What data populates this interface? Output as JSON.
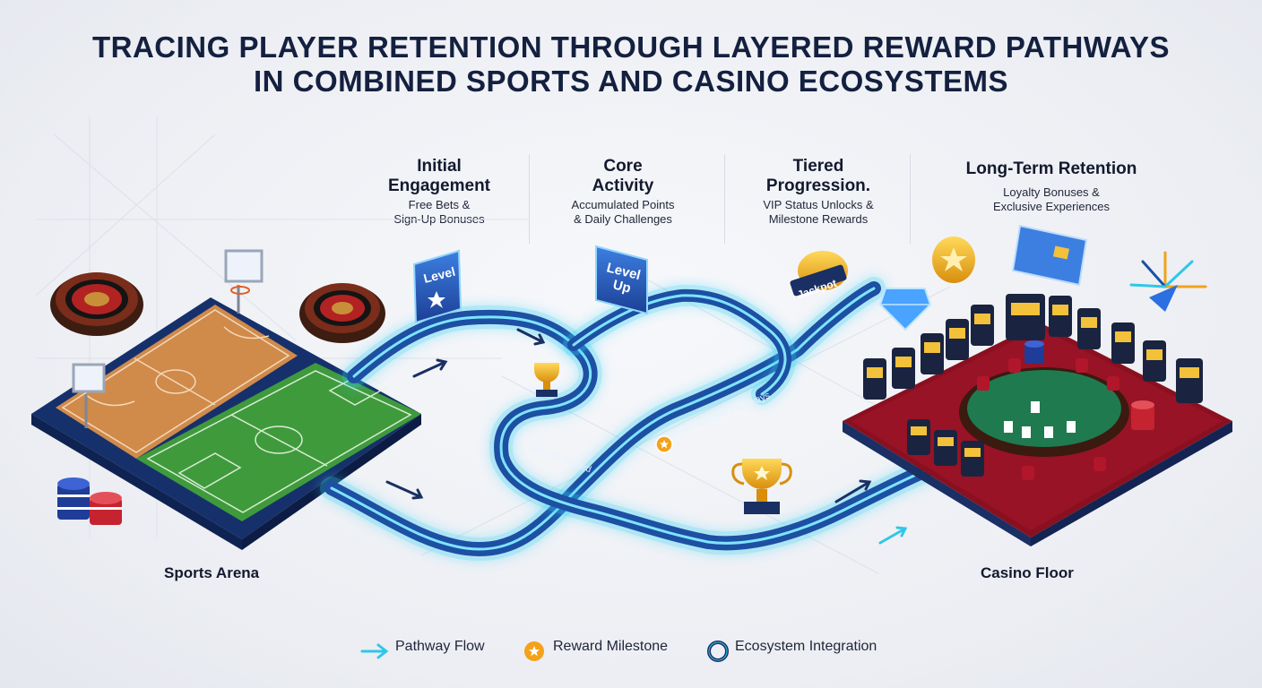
{
  "title": {
    "line1": "TRACING PLAYER RETENTION THROUGH LAYERED REWARD PATHWAYS",
    "line2": "IN COMBINED SPORTS AND CASINO ECOSYSTEMS"
  },
  "stages": [
    {
      "title_line1": "Initial",
      "title_line2": "Engagement",
      "sub_line1": "Free Bets &",
      "sub_line2": "Sign-Up Bonuses"
    },
    {
      "title_line1": "Core",
      "title_line2": "Activity",
      "sub_line1": "Accumulated Points",
      "sub_line2": "& Daily Challenges"
    },
    {
      "title_line1": "Tiered",
      "title_line2": "Progression.",
      "sub_line1": "VIP Status Unlocks &",
      "sub_line2": "Milestone Rewards"
    },
    {
      "title_line1": "Long-Term Retention",
      "sub_line1": "Loyalty Bonuses &",
      "sub_line2": "Exclusive Experiences"
    }
  ],
  "badges": {
    "level_1": "Level",
    "level_2_line1": "Level",
    "level_2_line2": "Up",
    "jackpot": "Jackpot"
  },
  "path_labels": {
    "upper": "Layered Reward Pathways",
    "lower": "Layered Reward"
  },
  "areas": {
    "sports": "Sports Arena",
    "casino": "Casino Floor"
  },
  "legend": [
    {
      "label": "Pathway Flow",
      "icon": "arrow-icon",
      "color": "#2fc7e8"
    },
    {
      "label": "Reward Milestone",
      "icon": "star-medal-icon",
      "color": "#f3a21a"
    },
    {
      "label": "Ecosystem Integration",
      "icon": "ring-icon",
      "color": "#1a2f63"
    }
  ],
  "colors": {
    "path_glow": "#35d0f5",
    "path_core": "#1d4fa3",
    "court_wood": "#d08a4a",
    "pitch_green": "#3f9a3c",
    "casino_carpet": "#8a1020",
    "felt_green": "#1f7a4f",
    "gold": "#f2b21c",
    "title": "#14203f"
  }
}
